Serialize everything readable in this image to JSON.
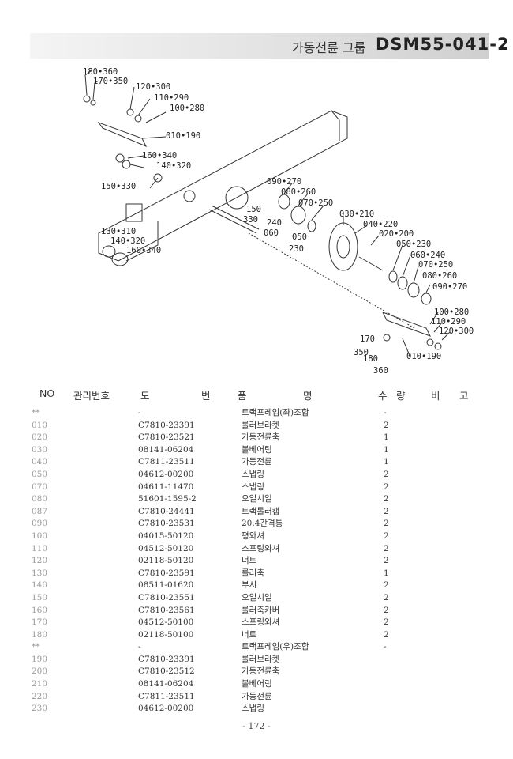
{
  "header": {
    "title_korean": "가동전륜 그룹",
    "code": "DSM55-041-2"
  },
  "diagram": {
    "callouts": [
      "180•360",
      "170•350",
      "120•300",
      "110•290",
      "100•280",
      "010•190",
      "160•340",
      "140•320",
      "150•330",
      "090•270",
      "080•260",
      "070•250",
      "030•210",
      "040•220",
      "020•200",
      "150",
      "330",
      "240",
      "060",
      "050",
      "230",
      "130•310",
      "140•320",
      "160•340",
      "050•230",
      "060•240",
      "070•250",
      "080•260",
      "090•270",
      "100•280",
      "110•290",
      "120•300",
      "170",
      "350",
      "180",
      "360",
      "010•190"
    ]
  },
  "table": {
    "headers": {
      "no": "NO",
      "mgmt": "관리번호",
      "do": "도",
      "beon": "번",
      "pum": "품",
      "myeong": "명",
      "su": "수",
      "ryang": "량",
      "bi": "비",
      "go": "고"
    },
    "rows": [
      {
        "no": "**",
        "part": "-",
        "name": "트랙프레임(좌)조합",
        "qty": "-"
      },
      {
        "no": "010",
        "part": "C7810-23391",
        "name": "롤러브라켓",
        "qty": "2"
      },
      {
        "no": "020",
        "part": "C7810-23521",
        "name": "가동전륜축",
        "qty": "1"
      },
      {
        "no": "030",
        "part": "08141-06204",
        "name": "볼베어링",
        "qty": "1"
      },
      {
        "no": "040",
        "part": "C7811-23511",
        "name": "가동전륜",
        "qty": "1"
      },
      {
        "no": "050",
        "part": "04612-00200",
        "name": "스냅링",
        "qty": "2"
      },
      {
        "no": "070",
        "part": "04611-11470",
        "name": "스냅링",
        "qty": "2"
      },
      {
        "no": "080",
        "part": "51601-1595-2",
        "name": "오일시일",
        "qty": "2"
      },
      {
        "no": "087",
        "part": "C7810-24441",
        "name": "트랙롤러캡",
        "qty": "2"
      },
      {
        "no": "090",
        "part": "C7810-23531",
        "name": "20.4간격통",
        "qty": "2"
      },
      {
        "no": "100",
        "part": "04015-50120",
        "name": "평와셔",
        "qty": "2"
      },
      {
        "no": "110",
        "part": "04512-50120",
        "name": "스프링와셔",
        "qty": "2"
      },
      {
        "no": "120",
        "part": "02118-50120",
        "name": "너트",
        "qty": "2"
      },
      {
        "no": "130",
        "part": "C7810-23591",
        "name": "롤러축",
        "qty": "1"
      },
      {
        "no": "140",
        "part": "08511-01620",
        "name": "부시",
        "qty": "2"
      },
      {
        "no": "150",
        "part": "C7810-23551",
        "name": "오일시일",
        "qty": "2"
      },
      {
        "no": "160",
        "part": "C7810-23561",
        "name": "롤러축카버",
        "qty": "2"
      },
      {
        "no": "170",
        "part": "04512-50100",
        "name": "스프링와셔",
        "qty": "2"
      },
      {
        "no": "180",
        "part": "02118-50100",
        "name": "너트",
        "qty": "2"
      },
      {
        "no": "**",
        "part": "-",
        "name": "트랙프레임(우)조합",
        "qty": "-"
      },
      {
        "no": "190",
        "part": "C7810-23391",
        "name": "롤러브라켓",
        "qty": ""
      },
      {
        "no": "200",
        "part": "C7810-23512",
        "name": "가동전륜축",
        "qty": ""
      },
      {
        "no": "210",
        "part": "08141-06204",
        "name": "볼베어링",
        "qty": ""
      },
      {
        "no": "220",
        "part": "C7811-23511",
        "name": "가동전륜",
        "qty": ""
      },
      {
        "no": "230",
        "part": "04612-00200",
        "name": "스냅링",
        "qty": ""
      }
    ]
  },
  "footer": {
    "page": "- 172 -"
  }
}
